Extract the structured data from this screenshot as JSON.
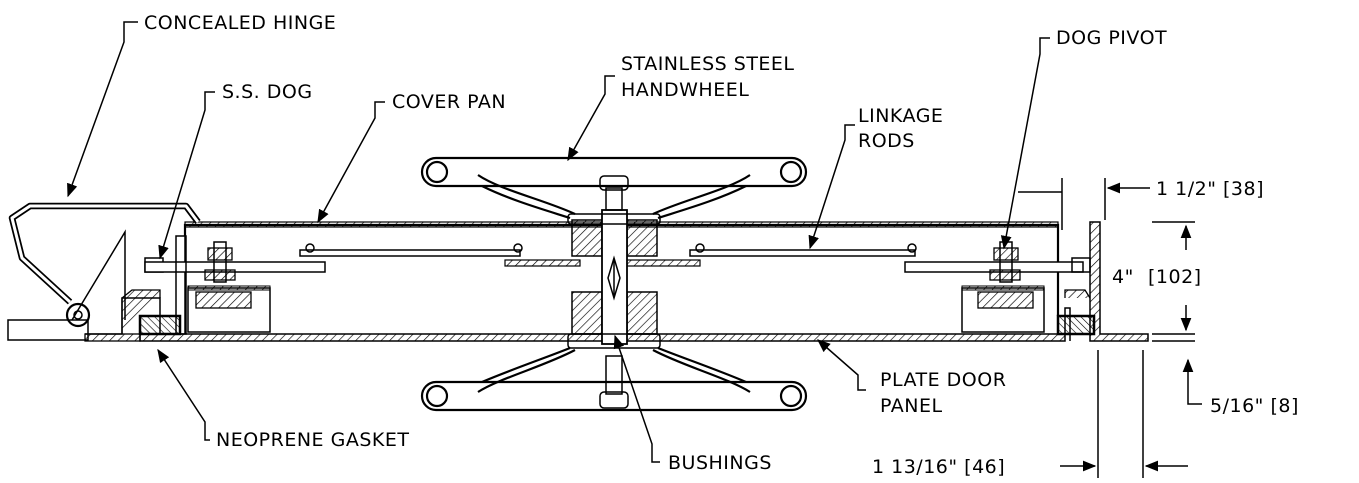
{
  "labels": {
    "concealed_hinge": "CONCEALED HINGE",
    "ss_dog": "S.S. DOG",
    "cover_pan": "COVER PAN",
    "handwheel_line1": "STAINLESS STEEL",
    "handwheel_line2": "HANDWHEEL",
    "linkage_line1": "LINKAGE",
    "linkage_line2": "RODS",
    "dog_pivot": "DOG PIVOT",
    "plate_line1": "PLATE DOOR",
    "plate_line2": "PANEL",
    "neoprene_gasket": "NEOPRENE GASKET",
    "bushings": "BUSHINGS"
  },
  "dimensions": {
    "flange_width": "1 1/2\" [38]",
    "depth": "4\"",
    "depth_metric": "[102]",
    "thickness": "5/16\" [8]",
    "frame_width": "1 13/16\" [46]"
  }
}
